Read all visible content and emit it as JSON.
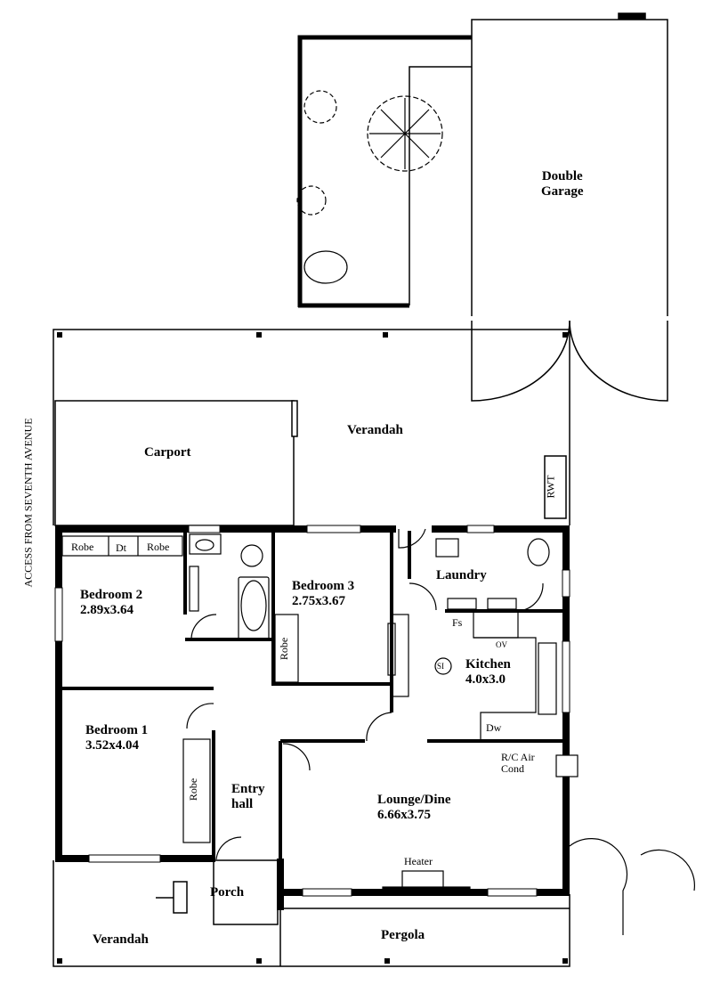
{
  "side_label": "ACCESS FROM SEVENTH AVENUE",
  "rooms": {
    "double_garage": {
      "name": "Double",
      "name2": "Garage"
    },
    "verandah_top": "Verandah",
    "carport": "Carport",
    "rwt": "RWT",
    "bedroom2": {
      "name": "Bedroom 2",
      "size": "2.89x3.64"
    },
    "bedroom3": {
      "name": "Bedroom 3",
      "size": "2.75x3.67"
    },
    "laundry": "Laundry",
    "kitchen": {
      "name": "Kitchen",
      "size": "4.0x3.0"
    },
    "bedroom1": {
      "name": "Bedroom 1",
      "size": "3.52x4.04"
    },
    "entry_hall": {
      "name": "Entry",
      "name2": "hall"
    },
    "lounge": {
      "name": "Lounge/Dine",
      "size": "6.66x3.75"
    },
    "porch": "Porch",
    "verandah_bottom": "Verandah",
    "pergola": "Pergola"
  },
  "fixtures": {
    "robe_left": "Robe",
    "dt": "Dt",
    "robe_right": "Robe",
    "robe_bed3": "Robe",
    "robe_bed1": "Robe",
    "fs": "Fs",
    "ov": "OV",
    "dw": "Dw",
    "aircon": "R/C Air",
    "aircon2": "Cond",
    "heater": "Heater",
    "smoke": "SI"
  }
}
